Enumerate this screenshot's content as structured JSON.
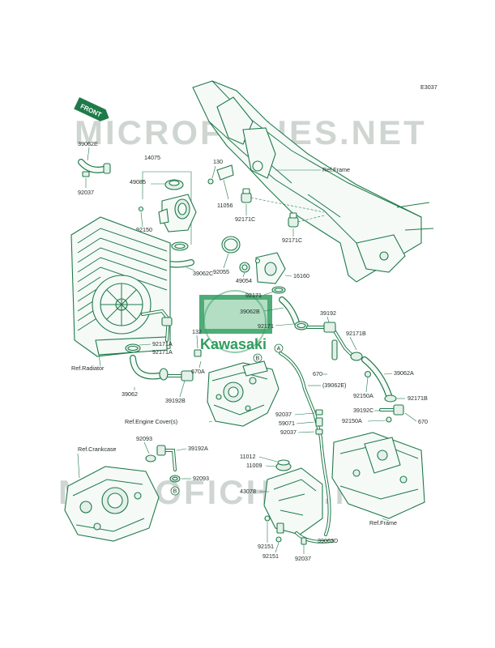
{
  "diagram_code": "E3037",
  "front_tag": "FRONT",
  "watermark": {
    "top": "MICROFICHES.NET",
    "bottom": "MICROFICHES.NET",
    "logo_text": "Kawasaki",
    "color": "#cfd6d2"
  },
  "colors": {
    "line": "#1f7a49",
    "fill": "#f5faf7",
    "logo": "#2f9d5e"
  },
  "refs": {
    "frame_top": "Ref.Frame",
    "radiator": "Ref.Radiator",
    "engine_cover": "Ref.Engine Cover(s)",
    "crankcase": "Ref.Crankcase",
    "frame_bottom": "Ref.Frame"
  },
  "markers": {
    "a1": "A",
    "a2": "A",
    "b1": "B",
    "b2": "B"
  },
  "labels": {
    "l39062E_top": "39062E",
    "l92037_top": "92037",
    "l14075": "14075",
    "l49085": "49085",
    "l130": "130",
    "l11056": "11056",
    "l92171C_a": "92171C",
    "l92171C_b": "92171C",
    "l92150_top": "92150",
    "l92171_a": "92171",
    "l92171_b": "92171",
    "l92055": "92055",
    "l49054": "49054",
    "l16160": "16160",
    "l39062C": "39062C",
    "l92171_c": "92171",
    "l39062B": "39062B",
    "l92171_d": "92171",
    "l39192": "39192",
    "l92171B_a": "92171B",
    "l132": "132",
    "l92171A_a": "92171A",
    "l92171A_b": "92171A",
    "l670_a": "670A",
    "l670_b": "670",
    "l39062E_mid": "(39062E)",
    "l39062A": "39062A",
    "l39062": "39062",
    "l39192B": "39192B",
    "l92150A_a": "92150A",
    "l92171B_b": "92171B",
    "l92037_a": "92037",
    "l59071": "59071",
    "l92037_b": "92037",
    "l39192C": "39192C",
    "l92150A_b": "92150A",
    "l670_c": "670",
    "l92093_a": "92093",
    "l39192A": "39192A",
    "l11012": "11012",
    "l11009": "11009",
    "l92093_b": "92093",
    "l43078": "43078",
    "l92151_a": "92151",
    "l92151_b": "92151",
    "l92037_c": "92037",
    "l39062D": "39062D"
  }
}
